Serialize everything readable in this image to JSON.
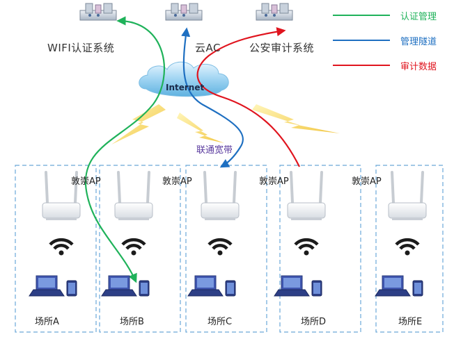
{
  "systems": {
    "wifi_auth": "WIFI认证系统",
    "cloud_ac": "云AC",
    "security_audit": "公安审计系统"
  },
  "legend": {
    "auth": {
      "label": "认证管理",
      "color": "#1fb25a"
    },
    "tunnel": {
      "label": "管理隧道",
      "color": "#1e6fc1"
    },
    "audit": {
      "label": "审计数据",
      "color": "#e0141e"
    }
  },
  "cloud": {
    "label": "Internet"
  },
  "isp": {
    "label": "联通宽带"
  },
  "ap_label": "敦崇AP",
  "sites": [
    {
      "name": "场所A"
    },
    {
      "name": "场所B"
    },
    {
      "name": "场所C"
    },
    {
      "name": "场所D"
    },
    {
      "name": "场所E"
    }
  ]
}
